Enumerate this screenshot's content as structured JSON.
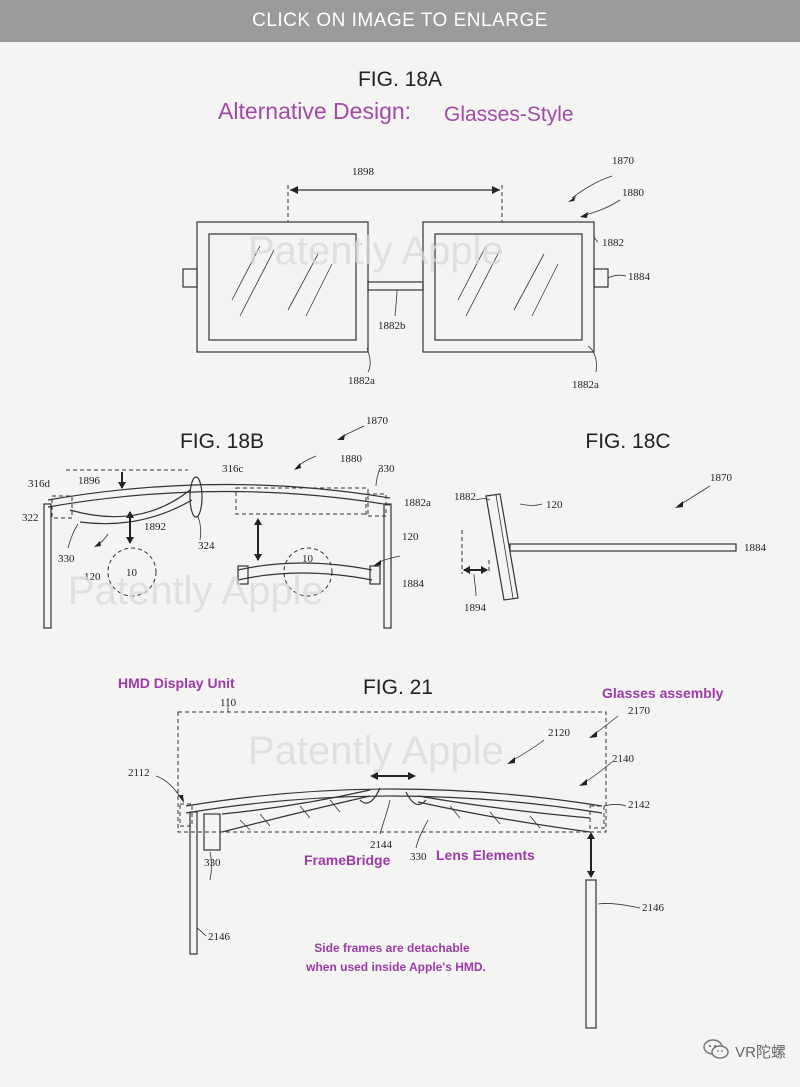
{
  "banner": "CLICK ON IMAGE TO ENLARGE",
  "watermark": "Patently Apple",
  "fig18a": {
    "title": "FIG. 18A",
    "subtitle_a": "Alternative Design:",
    "subtitle_b": "Glasses-Style",
    "refs": {
      "r1898": "1898",
      "r1870": "1870",
      "r1880": "1880",
      "r1882": "1882",
      "r1884": "1884",
      "r1882b": "1882b",
      "r1882a_left": "1882a",
      "r1882a_right": "1882a"
    }
  },
  "fig18b": {
    "title": "FIG. 18B",
    "refs": {
      "r1870": "1870",
      "r1880": "1880",
      "r330a": "330",
      "r316d": "316d",
      "r1896": "1896",
      "r316c": "316c",
      "r1882a": "1882a",
      "r322": "322",
      "r1892": "1892",
      "r324": "324",
      "r330b": "330",
      "r120a": "120",
      "r10a": "10",
      "r10b": "10",
      "r120b": "120",
      "r1884": "1884"
    }
  },
  "fig18c": {
    "title": "FIG. 18C",
    "refs": {
      "r1870": "1870",
      "r1882": "1882",
      "r120": "120",
      "r1884": "1884",
      "r1894": "1894"
    }
  },
  "fig21": {
    "title": "FIG. 21",
    "label_hmd": "HMD Display Unit",
    "label_glasses": "Glasses assembly",
    "label_framebridge": "FrameBridge",
    "label_lens": "Lens Elements",
    "note_line1": "Side frames are detachable",
    "note_line2": "when used inside Apple's HMD.",
    "refs": {
      "r110": "110",
      "r2170": "2170",
      "r2120": "2120",
      "r2140": "2140",
      "r2112": "2112",
      "r2142": "2142",
      "r2144": "2144",
      "r330a": "330",
      "r330b": "330",
      "r2146a": "2146",
      "r2146b": "2146"
    }
  },
  "footer": {
    "text": "VR陀螺",
    "icon": "wechat-icon"
  },
  "colors": {
    "purple": "#a24aa8",
    "banner_bg": "#9b9b9b",
    "background": "#f4f4f2"
  }
}
